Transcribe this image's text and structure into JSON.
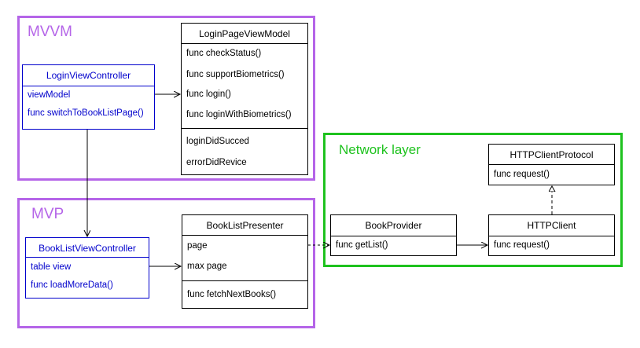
{
  "groups": {
    "mvvm": "MVVM",
    "mvp": "MVP",
    "network": "Network layer"
  },
  "classes": {
    "login_view_controller": {
      "name": "LoginViewController",
      "members": [
        "viewModel",
        "func switchToBookListPage()"
      ]
    },
    "login_page_view_model": {
      "name": "LoginPageViewModel",
      "methods": [
        "func checkStatus()",
        "func supportBiometrics()",
        "func login()",
        "func loginWithBiometrics()"
      ],
      "events": [
        "loginDidSucced",
        "errorDidRevice"
      ]
    },
    "book_list_view_controller": {
      "name": "BookListViewController",
      "members": [
        "table view",
        "func loadMoreData()"
      ]
    },
    "book_list_presenter": {
      "name": "BookListPresenter",
      "members": [
        "page",
        "max page"
      ],
      "methods": [
        "func fetchNextBooks()"
      ]
    },
    "book_provider": {
      "name": "BookProvider",
      "members": [
        "func getList()"
      ]
    },
    "http_client_protocol": {
      "name": "HTTPClientProtocol",
      "members": [
        "func request()"
      ]
    },
    "http_client": {
      "name": "HTTPClient",
      "members": [
        "func request()"
      ]
    }
  },
  "colors": {
    "mvvm_mvp_border": "#b565e8",
    "network_border": "#1ec21e",
    "view_class": "#0000cc"
  }
}
